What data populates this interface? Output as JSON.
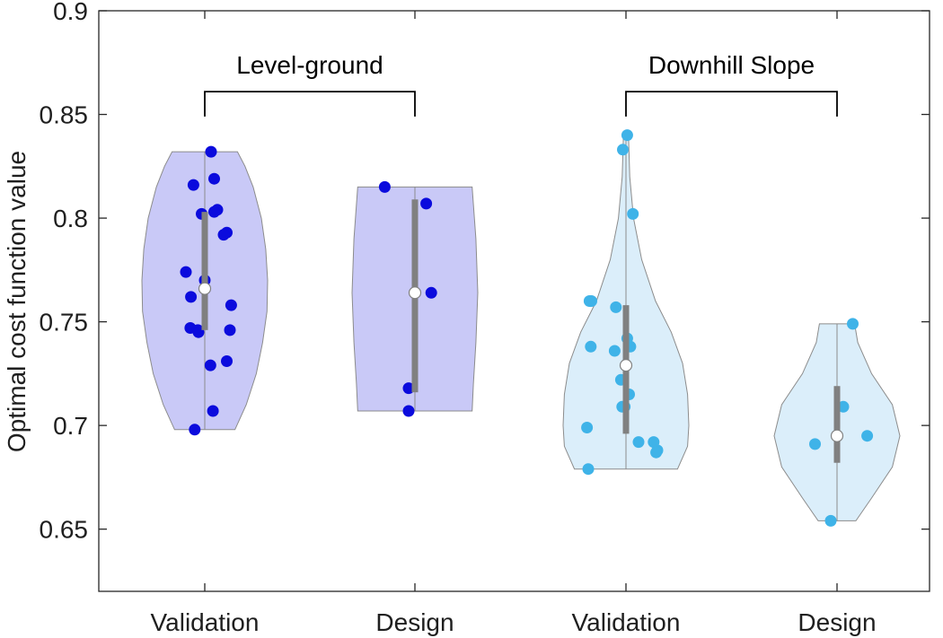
{
  "chart_data": {
    "type": "violin",
    "ylabel": "Optimal cost function value",
    "xlabel": "",
    "ylim": [
      0.62,
      0.9
    ],
    "yticks": [
      0.65,
      0.7,
      0.75,
      0.8,
      0.85,
      0.9
    ],
    "ytick_labels": [
      "0.65",
      "0.7",
      "0.75",
      "0.8",
      "0.85",
      "0.9"
    ],
    "categories": [
      "Validation",
      "Design",
      "Validation",
      "Design"
    ],
    "grid": false,
    "groups": [
      {
        "label": "Level-ground",
        "categories": [
          0,
          1
        ]
      },
      {
        "label": "Downhill Slope",
        "categories": [
          2,
          3
        ]
      }
    ],
    "series": [
      {
        "fill": "#c9c9f7",
        "point_color": "#0b0bdd",
        "median": 0.766,
        "q1": 0.746,
        "q3": 0.803,
        "min": 0.698,
        "max": 0.832,
        "points": [
          [
            0.832,
            0.1
          ],
          [
            0.819,
            0.15
          ],
          [
            0.816,
            -0.18
          ],
          [
            0.804,
            0.2
          ],
          [
            0.803,
            0.15
          ],
          [
            0.802,
            -0.05
          ],
          [
            0.793,
            0.35
          ],
          [
            0.792,
            0.3
          ],
          [
            0.774,
            -0.3
          ],
          [
            0.77,
            0.0
          ],
          [
            0.762,
            -0.22
          ],
          [
            0.758,
            0.42
          ],
          [
            0.747,
            -0.23
          ],
          [
            0.746,
            0.4
          ],
          [
            0.746,
            -0.11
          ],
          [
            0.745,
            -0.1
          ],
          [
            0.731,
            0.35
          ],
          [
            0.729,
            0.09
          ],
          [
            0.707,
            0.13
          ],
          [
            0.698,
            -0.16
          ]
        ],
        "density": [
          [
            0.698,
            0.48
          ],
          [
            0.71,
            0.66
          ],
          [
            0.725,
            0.82
          ],
          [
            0.74,
            0.92
          ],
          [
            0.755,
            0.99
          ],
          [
            0.77,
            1.0
          ],
          [
            0.785,
            0.97
          ],
          [
            0.8,
            0.9
          ],
          [
            0.815,
            0.77
          ],
          [
            0.825,
            0.64
          ],
          [
            0.832,
            0.52
          ]
        ]
      },
      {
        "fill": "#c9c9f7",
        "point_color": "#0b0bdd",
        "median": 0.764,
        "q1": 0.716,
        "q3": 0.809,
        "min": 0.707,
        "max": 0.815,
        "points": [
          [
            0.815,
            -0.48
          ],
          [
            0.807,
            0.18
          ],
          [
            0.764,
            0.26
          ],
          [
            0.718,
            -0.1
          ],
          [
            0.707,
            -0.1
          ]
        ],
        "density": [
          [
            0.707,
            0.91
          ],
          [
            0.72,
            0.93
          ],
          [
            0.74,
            0.97
          ],
          [
            0.764,
            1.0
          ],
          [
            0.79,
            0.97
          ],
          [
            0.815,
            0.91
          ]
        ]
      },
      {
        "fill": "#dbeefa",
        "point_color": "#3fb3e8",
        "median": 0.729,
        "q1": 0.696,
        "q3": 0.758,
        "min": 0.679,
        "max": 0.84,
        "points": [
          [
            0.84,
            0.02
          ],
          [
            0.833,
            -0.05
          ],
          [
            0.802,
            0.11
          ],
          [
            0.76,
            -0.55
          ],
          [
            0.76,
            -0.58
          ],
          [
            0.757,
            -0.16
          ],
          [
            0.742,
            0.02
          ],
          [
            0.738,
            -0.56
          ],
          [
            0.738,
            0.07
          ],
          [
            0.736,
            -0.18
          ],
          [
            0.722,
            -0.08
          ],
          [
            0.715,
            0.05
          ],
          [
            0.709,
            -0.06
          ],
          [
            0.709,
            -0.02
          ],
          [
            0.699,
            -0.62
          ],
          [
            0.692,
            0.2
          ],
          [
            0.692,
            0.44
          ],
          [
            0.688,
            0.5
          ],
          [
            0.687,
            0.48
          ],
          [
            0.679,
            -0.6
          ]
        ],
        "density": [
          [
            0.679,
            0.82
          ],
          [
            0.69,
            0.98
          ],
          [
            0.7,
            1.0
          ],
          [
            0.715,
            0.98
          ],
          [
            0.73,
            0.9
          ],
          [
            0.745,
            0.72
          ],
          [
            0.76,
            0.47
          ],
          [
            0.78,
            0.25
          ],
          [
            0.8,
            0.12
          ],
          [
            0.82,
            0.06
          ],
          [
            0.84,
            0.04
          ]
        ]
      },
      {
        "fill": "#dbeefa",
        "point_color": "#3fb3e8",
        "median": 0.695,
        "q1": 0.682,
        "q3": 0.719,
        "min": 0.654,
        "max": 0.749,
        "points": [
          [
            0.749,
            0.25
          ],
          [
            0.709,
            0.1
          ],
          [
            0.695,
            0.48
          ],
          [
            0.691,
            -0.35
          ],
          [
            0.654,
            -0.1
          ]
        ],
        "density": [
          [
            0.654,
            0.3
          ],
          [
            0.665,
            0.55
          ],
          [
            0.68,
            0.88
          ],
          [
            0.695,
            1.0
          ],
          [
            0.71,
            0.88
          ],
          [
            0.725,
            0.55
          ],
          [
            0.74,
            0.33
          ],
          [
            0.749,
            0.28
          ]
        ]
      }
    ]
  }
}
